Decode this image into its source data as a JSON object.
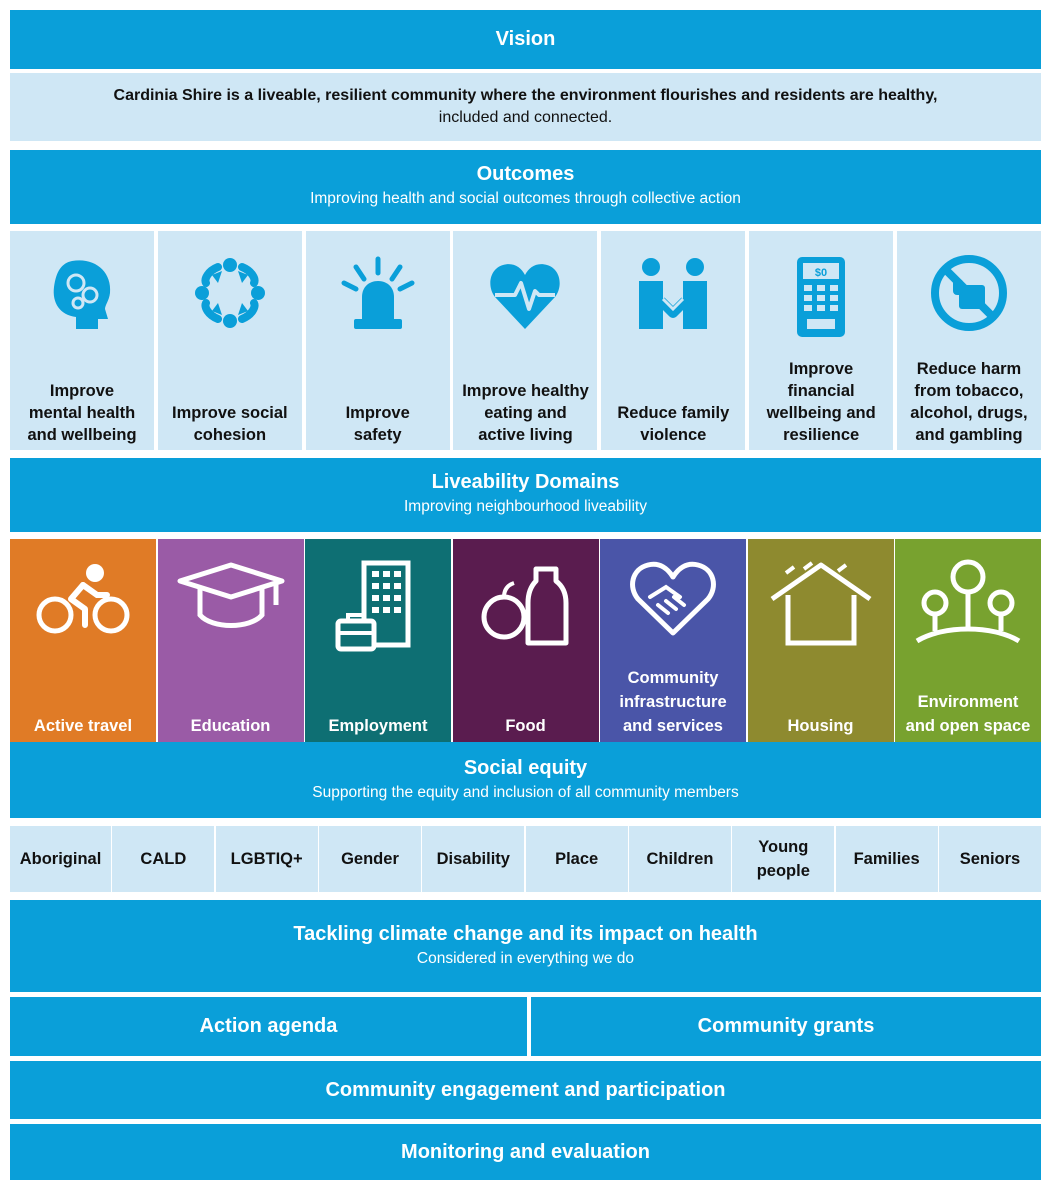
{
  "vision": {
    "title": "Vision",
    "statement_bold": "Cardinia Shire is a liveable, resilient community where the environment flourishes and residents are healthy,",
    "statement_rest": "included and connected."
  },
  "outcomes": {
    "title": "Outcomes",
    "subtitle": "Improving health and social outcomes through collective action",
    "items": [
      {
        "label": "Improve mental health and wellbeing",
        "icon": "head-gears-icon"
      },
      {
        "label": "Improve social cohesion",
        "icon": "people-circle-icon"
      },
      {
        "label": "Improve safety",
        "icon": "siren-icon"
      },
      {
        "label": "Improve healthy eating and active living",
        "icon": "heart-pulse-icon"
      },
      {
        "label": "Reduce family violence",
        "icon": "family-icon"
      },
      {
        "label": "Improve financial wellbeing and resilience",
        "icon": "payment-terminal-icon"
      },
      {
        "label": "Reduce harm from tobacco, alcohol, drugs, and gambling",
        "icon": "no-drugs-icon"
      }
    ]
  },
  "domains": {
    "title": "Liveability Domains",
    "subtitle": "Improving neighbourhood liveability",
    "items": [
      {
        "label": "Active travel",
        "color": "#e07b26",
        "icon": "cyclist-icon"
      },
      {
        "label": "Education",
        "color": "#9a5ba6",
        "icon": "graduation-cap-icon"
      },
      {
        "label": "Employment",
        "color": "#0e6f73",
        "icon": "office-building-icon"
      },
      {
        "label": "Food",
        "color": "#5a1c4f",
        "icon": "apple-bottle-icon"
      },
      {
        "label": "Community infrastructure and services",
        "color": "#4a55a8",
        "icon": "heart-handshake-icon"
      },
      {
        "label": "Housing",
        "color": "#8e8a2f",
        "icon": "house-icon"
      },
      {
        "label": "Environment and open space",
        "color": "#78a22f",
        "icon": "trees-icon"
      }
    ]
  },
  "equity": {
    "title": "Social equity",
    "subtitle": "Supporting the equity and inclusion of all community members",
    "groups": [
      "Aboriginal",
      "CALD",
      "LGBTIQ+",
      "Gender",
      "Disability",
      "Place",
      "Children",
      "Young people",
      "Families",
      "Seniors"
    ]
  },
  "climate": {
    "title": "Tackling climate change and its impact on health",
    "subtitle": "Considered in everything we do"
  },
  "action_agenda": "Action agenda",
  "community_grants": "Community grants",
  "engagement": "Community engagement and participation",
  "monitoring": "Monitoring and evaluation",
  "colors": {
    "band": "#0a9fd9",
    "light": "#cfe7f5"
  }
}
